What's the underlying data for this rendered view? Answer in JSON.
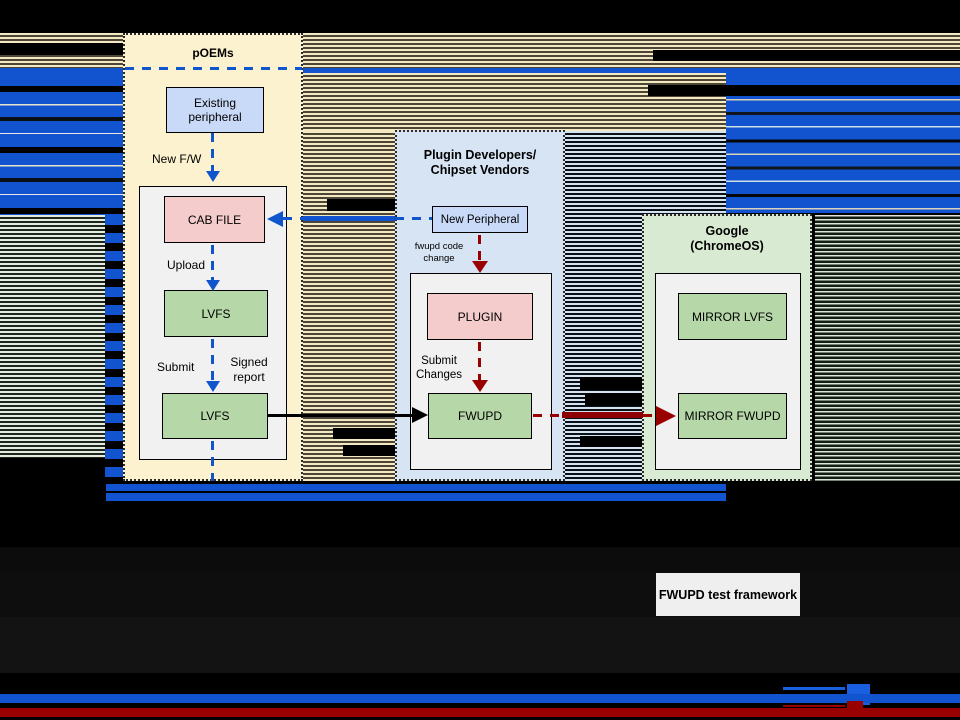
{
  "slide": {
    "groups": {
      "poems": {
        "title": "pOEMs",
        "nodes": {
          "existing_peripheral": "Existing peripheral",
          "cab_file": "CAB FILE",
          "lvfs_upper": "LVFS",
          "lvfs_lower": "LVFS"
        },
        "labels": {
          "new_fw": "New F/W",
          "upload": "Upload",
          "submit": "Submit",
          "signed_report": "Signed report"
        }
      },
      "plugin_vendors": {
        "title": "Plugin Developers/ Chipset Vendors",
        "nodes": {
          "new_peripheral": "New Peripheral",
          "plugin": "PLUGIN",
          "fwupd": "FWUPD"
        },
        "labels": {
          "fwupd_code_change": "fwupd code change",
          "submit_changes": "Submit Changes"
        }
      },
      "google": {
        "title": "Google (ChromeOS)",
        "nodes": {
          "mirror_lvfs": "MIRROR LVFS",
          "mirror_fwupd": "MIRROR FWUPD"
        }
      }
    },
    "standalone": {
      "test_framework": "FWUPD test framework"
    },
    "colors": {
      "arrow_blue": "#1155CC",
      "arrow_red": "#990000",
      "arrow_black": "#000000",
      "container_yellow": "#FDF2D0",
      "container_blue": "#D7E4F4",
      "container_green": "#D9EAD3",
      "node_blue": "#C9DAF8",
      "node_pink": "#F4CCCC",
      "node_green": "#B6D7A8",
      "subpanel_gray": "#F1F1F1",
      "test_framework_bg": "#EFEFEF"
    }
  }
}
